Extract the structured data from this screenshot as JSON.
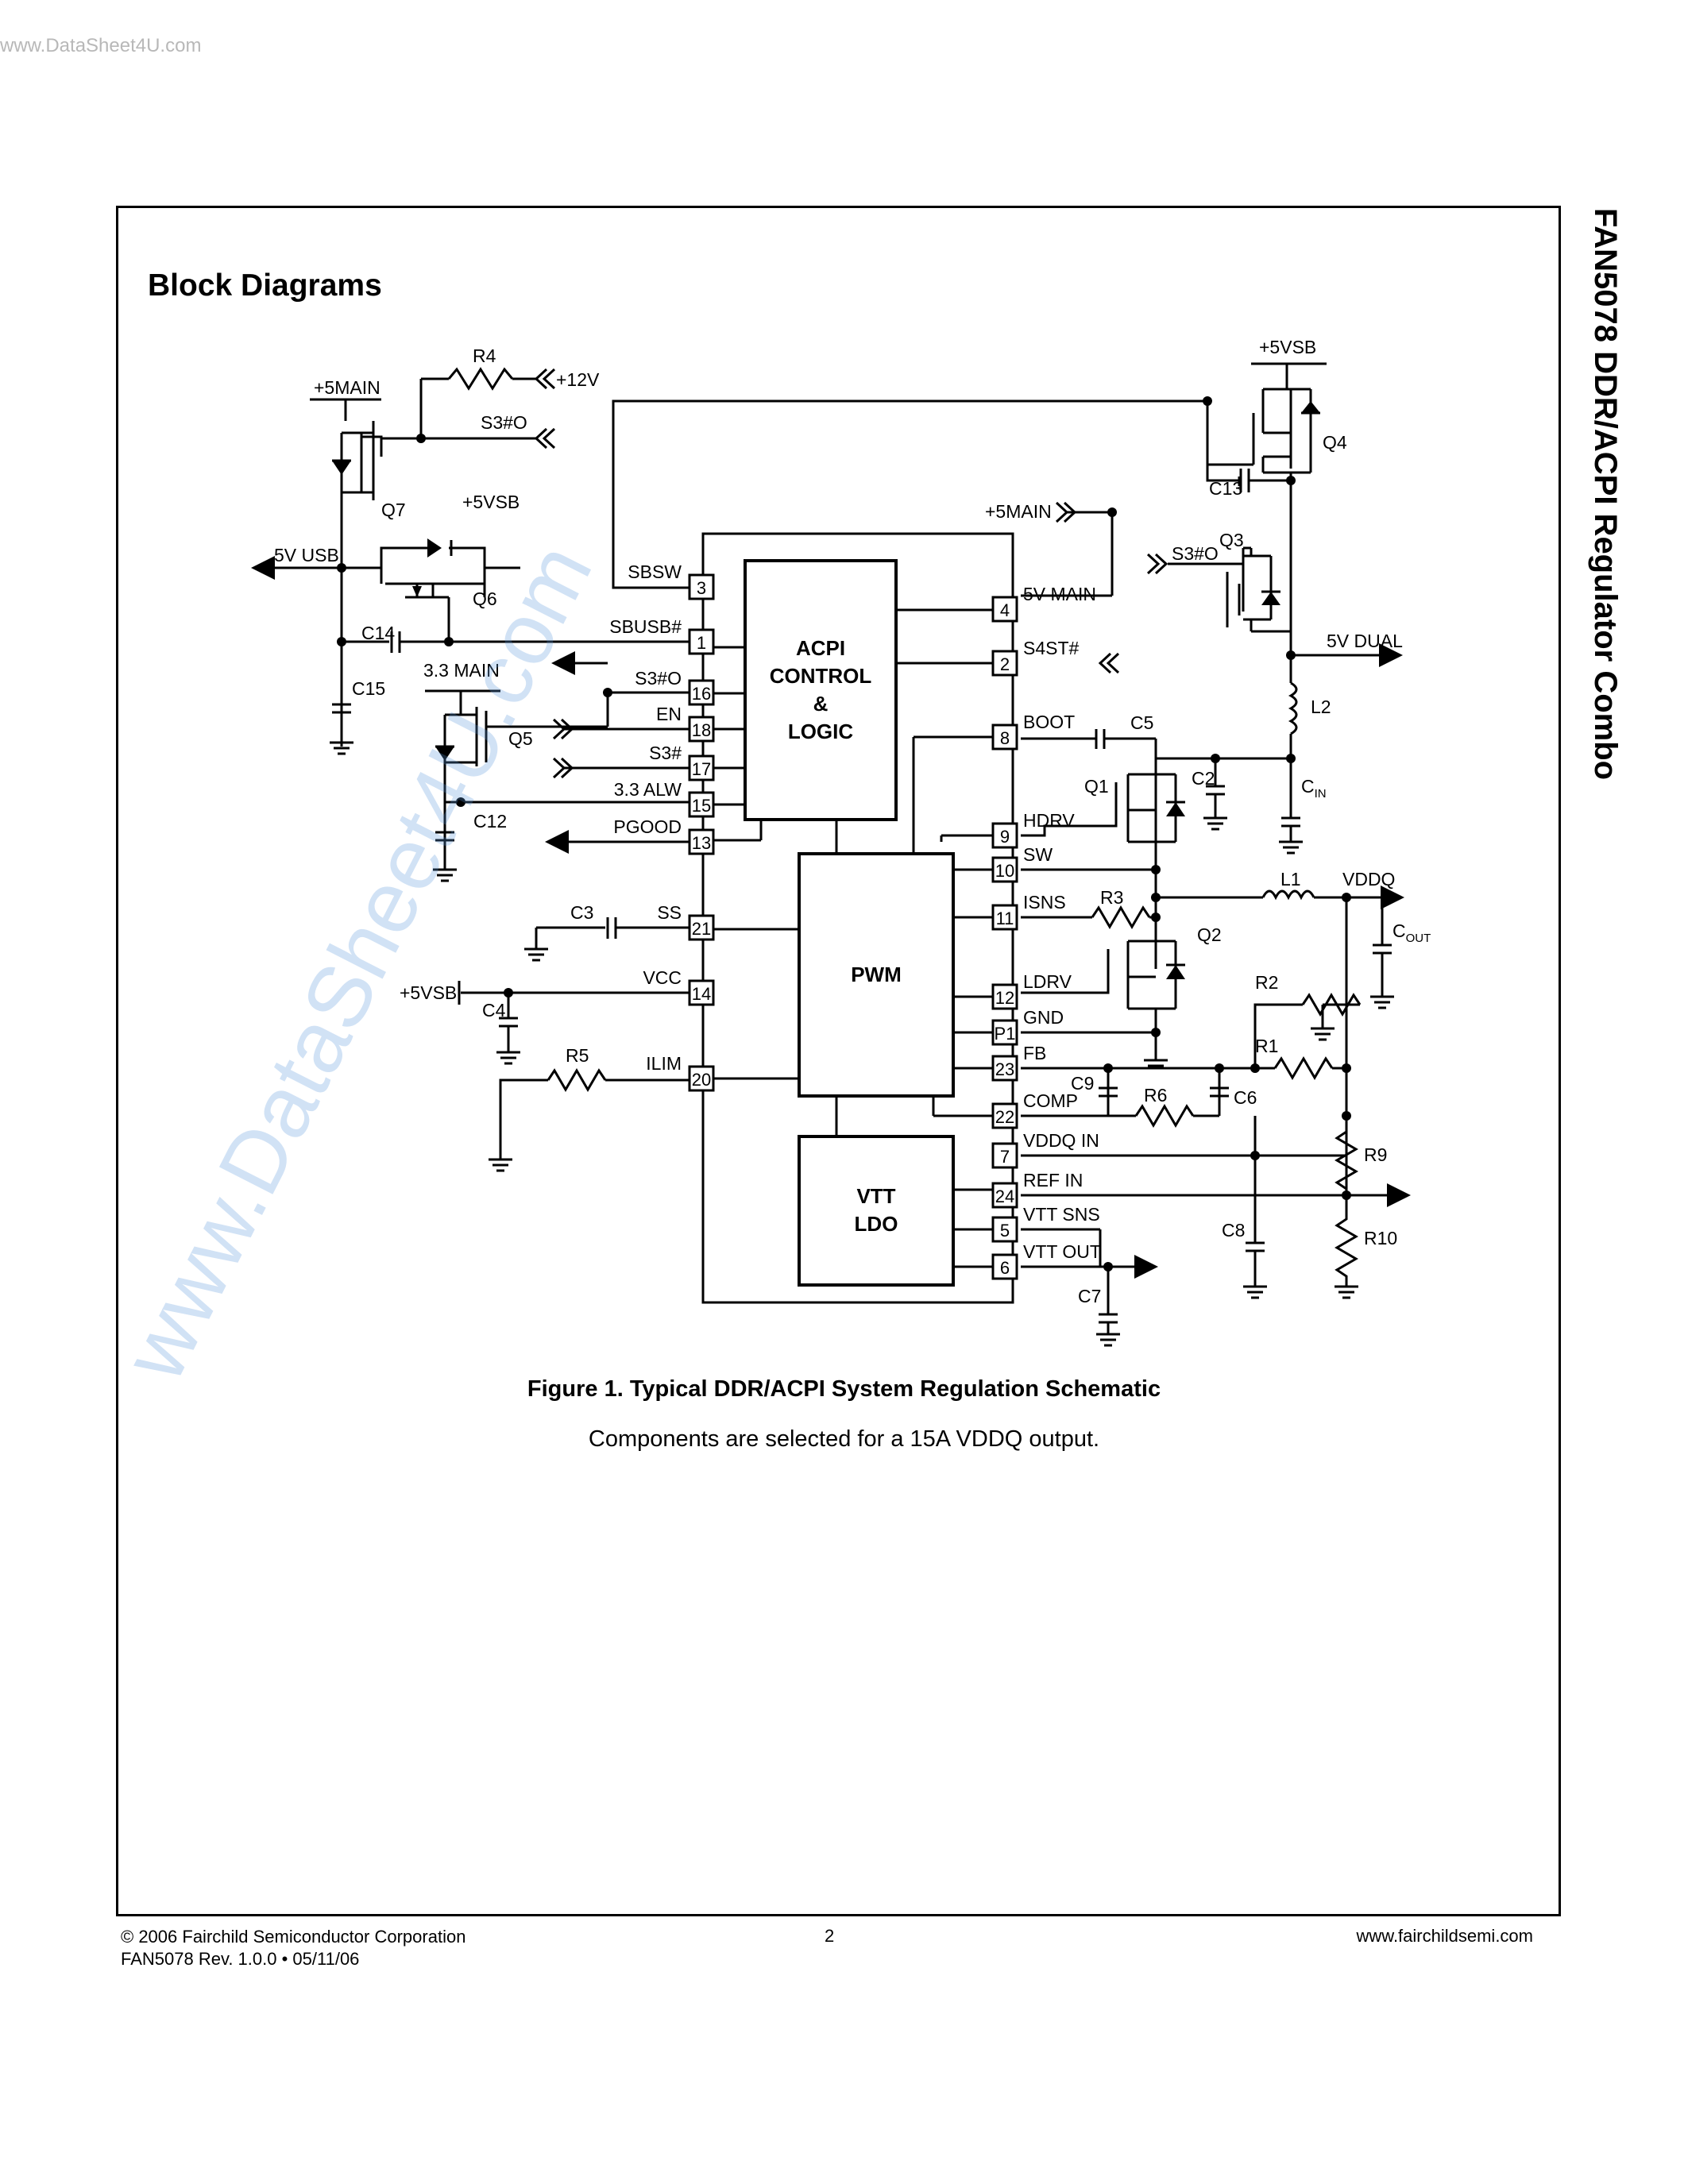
{
  "header": {
    "source_url": "www.DataSheet4U.com"
  },
  "side_title": "FAN5078 DDR/ACPI Regulator Combo",
  "section_title": "Block Diagrams",
  "schematic": {
    "blocks": {
      "acpi": [
        "ACPI",
        "CONTROL",
        "&",
        "LOGIC"
      ],
      "pwm": "PWM",
      "vtt": [
        "VTT",
        "LDO"
      ]
    },
    "left_pins": [
      {
        "num": "3",
        "name": "SBSW"
      },
      {
        "num": "1",
        "name": "SBUSB#"
      },
      {
        "num": "16",
        "name": "S3#O"
      },
      {
        "num": "18",
        "name": "EN"
      },
      {
        "num": "17",
        "name": "S3#"
      },
      {
        "num": "15",
        "name": "3.3 ALW"
      },
      {
        "num": "13",
        "name": "PGOOD"
      },
      {
        "num": "21",
        "name": "SS"
      },
      {
        "num": "14",
        "name": "VCC"
      },
      {
        "num": "20",
        "name": "ILIM"
      }
    ],
    "right_pins": [
      {
        "num": "4",
        "name": "5V MAIN"
      },
      {
        "num": "2",
        "name": "S4ST#"
      },
      {
        "num": "8",
        "name": "BOOT"
      },
      {
        "num": "9",
        "name": "HDRV"
      },
      {
        "num": "10",
        "name": "SW"
      },
      {
        "num": "11",
        "name": "ISNS"
      },
      {
        "num": "12",
        "name": "LDRV"
      },
      {
        "num": "P1",
        "name": "GND"
      },
      {
        "num": "23",
        "name": "FB"
      },
      {
        "num": "22",
        "name": "COMP"
      },
      {
        "num": "7",
        "name": "VDDQ IN"
      },
      {
        "num": "24",
        "name": "REF IN"
      },
      {
        "num": "5",
        "name": "VTT SNS"
      },
      {
        "num": "6",
        "name": "VTT OUT"
      }
    ],
    "labels": {
      "plus5main": "+5MAIN",
      "r4": "R4",
      "plus12v": "+12V",
      "s3o_top": "S3#O",
      "q7": "Q7",
      "plus5vsb_left": "+5VSB",
      "fivev_usb": "5V USB",
      "q6": "Q6",
      "c14": "C14",
      "c15": "C15",
      "main33": "3.3 MAIN",
      "q5": "Q5",
      "c12": "C12",
      "c3": "C3",
      "plus5vsb_vcc": "+5VSB",
      "c4": "C4",
      "r5": "R5",
      "plus5vsb_right": "+5VSB",
      "q4": "Q4",
      "c13": "C13",
      "plus5main_right": "+5MAIN",
      "s3o_right": "S3#O",
      "q3": "Q3",
      "fivev_dual": "5V DUAL",
      "l2": "L2",
      "c5": "C5",
      "q1": "Q1",
      "c2": "C2",
      "cin": "C",
      "cin_sub": "IN",
      "l1": "L1",
      "vddq": "VDDQ",
      "r3": "R3",
      "q2": "Q2",
      "cout": "C",
      "cout_sub": "OUT",
      "r2": "R2",
      "r1": "R1",
      "c9": "C9",
      "r6": "R6",
      "c6": "C6",
      "r9": "R9",
      "c8": "C8",
      "r10": "R10",
      "c7": "C7"
    }
  },
  "caption": "Figure 1. Typical DDR/ACPI System Regulation Schematic",
  "subcaption": "Components are selected for a 15A VDDQ output.",
  "footer": {
    "copyright": "© 2006 Fairchild Semiconductor Corporation",
    "revision": "FAN5078 Rev. 1.0.0 • 05/11/06",
    "page_number": "2",
    "website": "www.fairchildsemi.com"
  },
  "watermark": "www.DataSheet4U.com"
}
